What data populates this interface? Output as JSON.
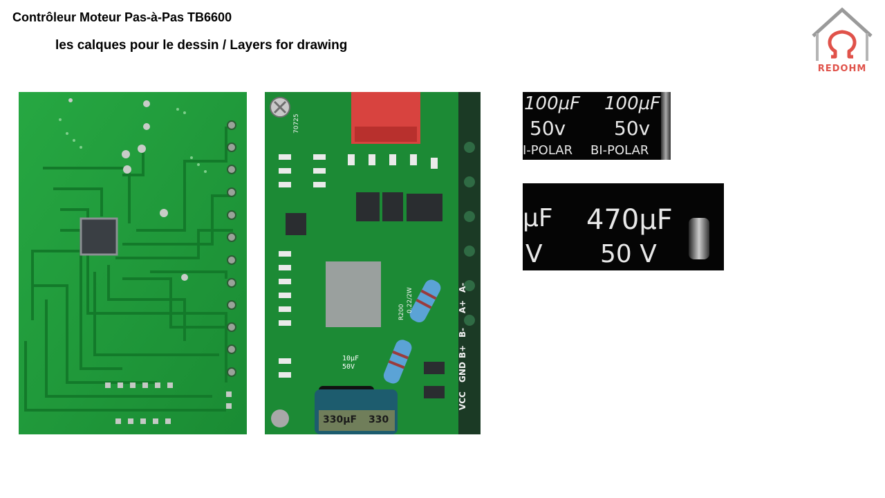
{
  "header": {
    "title": "Contrôleur Moteur Pas-à-Pas TB6600",
    "subtitle": "les calques pour le dessin / Layers for drawing"
  },
  "logo": {
    "text": "REDOHM",
    "icon": "house-omega-icon",
    "accent": "#e0524a",
    "roof": "#9a9a9a"
  },
  "photos": {
    "pcb_back": {
      "icon": "pcb-back-photo",
      "color": "#1f9a3a"
    },
    "pcb_front": {
      "icon": "pcb-front-photo",
      "color": "#1c8a35",
      "silk": {
        "vcc": "VCC",
        "gnd": "GND",
        "bplus": "B+",
        "bminus": "B-",
        "aplus": "A+",
        "aminus": "A-",
        "code": "70725",
        "cap1_value": "10µF",
        "cap1_voltage": "50V",
        "cap2_value": "330µF",
        "cap2_value_b": "330",
        "r_label": "R200",
        "r_value": "0.22/2W"
      }
    },
    "cap_a": {
      "icon": "capacitor-closeup-photo",
      "left_value": "100µF",
      "left_voltage": "50v",
      "left_type": "I-POLAR",
      "right_value": "100µF",
      "right_voltage": "50v",
      "right_type": "BI-POLAR"
    },
    "cap_b": {
      "icon": "capacitor-closeup-photo",
      "unit_fragment": "µF",
      "value": "470µF",
      "voltage_fragment": "V",
      "voltage": "50 V"
    }
  }
}
